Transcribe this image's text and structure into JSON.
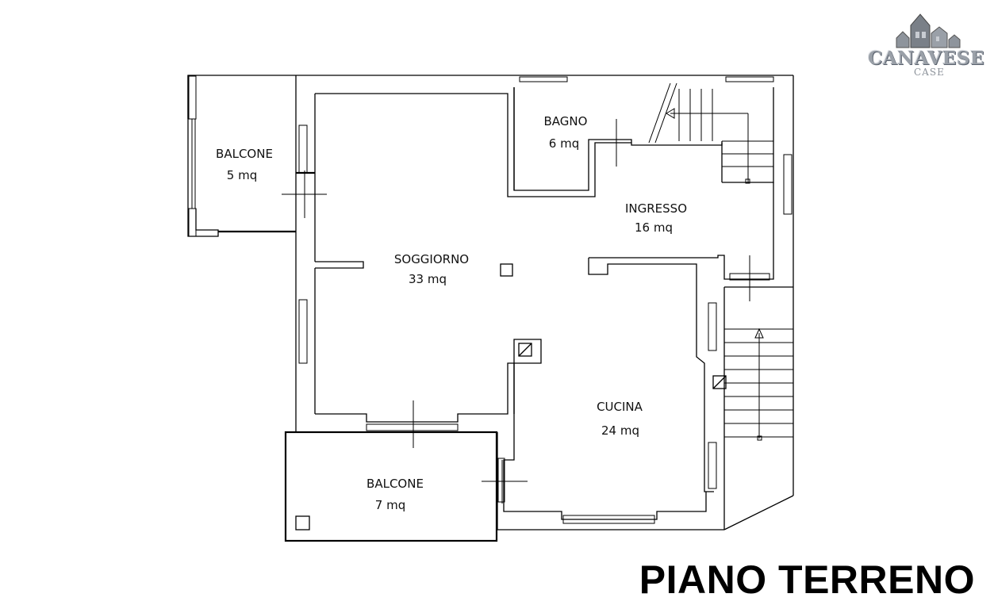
{
  "logo": {
    "name": "CANAVESE",
    "sub": "CASE"
  },
  "title": "PIANO TERRENO",
  "rooms": [
    {
      "name": "BALCONE",
      "area": "5 mq"
    },
    {
      "name": "BAGNO",
      "area": "6 mq"
    },
    {
      "name": "INGRESSO",
      "area": "16 mq"
    },
    {
      "name": "SOGGIORNO",
      "area": "33 mq"
    },
    {
      "name": "CUCINA",
      "area": "24 mq"
    },
    {
      "name": "BALCONE",
      "area": "7 mq"
    }
  ]
}
